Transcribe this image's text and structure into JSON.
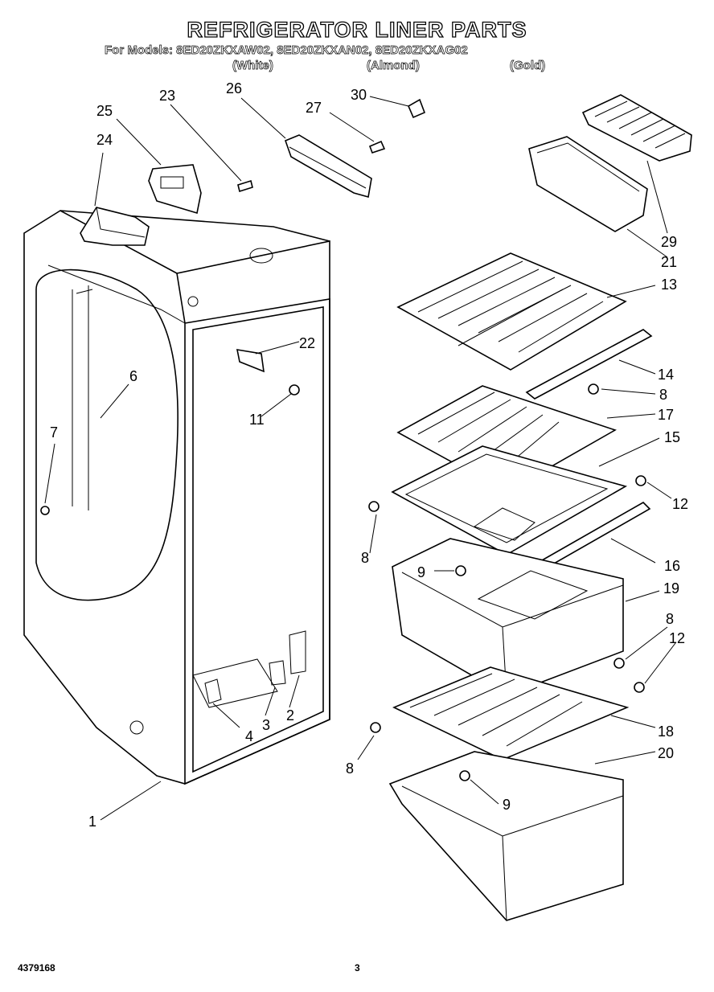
{
  "title": "REFRIGERATOR LINER PARTS",
  "models_line": "For Models: 8ED20ZKXAW02,  8ED20ZKXAN02,  8ED20ZKXAG02",
  "colors": {
    "white": "(White)",
    "almond": "(Almond)",
    "gold": "(Gold)"
  },
  "callouts": {
    "c1": "1",
    "c2": "2",
    "c3": "3",
    "c4": "4",
    "c6": "6",
    "c7": "7",
    "c8a": "8",
    "c8b": "8",
    "c8c": "8",
    "c8d": "8",
    "c9a": "9",
    "c9b": "9",
    "c11": "11",
    "c12a": "12",
    "c12b": "12",
    "c13": "13",
    "c14": "14",
    "c15": "15",
    "c16": "16",
    "c17": "17",
    "c18": "18",
    "c19": "19",
    "c20": "20",
    "c21": "21",
    "c22": "22",
    "c23": "23",
    "c24": "24",
    "c25": "25",
    "c26": "26",
    "c27": "27",
    "c29": "29",
    "c30": "30"
  },
  "footer": {
    "doc_number": "4379168",
    "page": "3"
  }
}
